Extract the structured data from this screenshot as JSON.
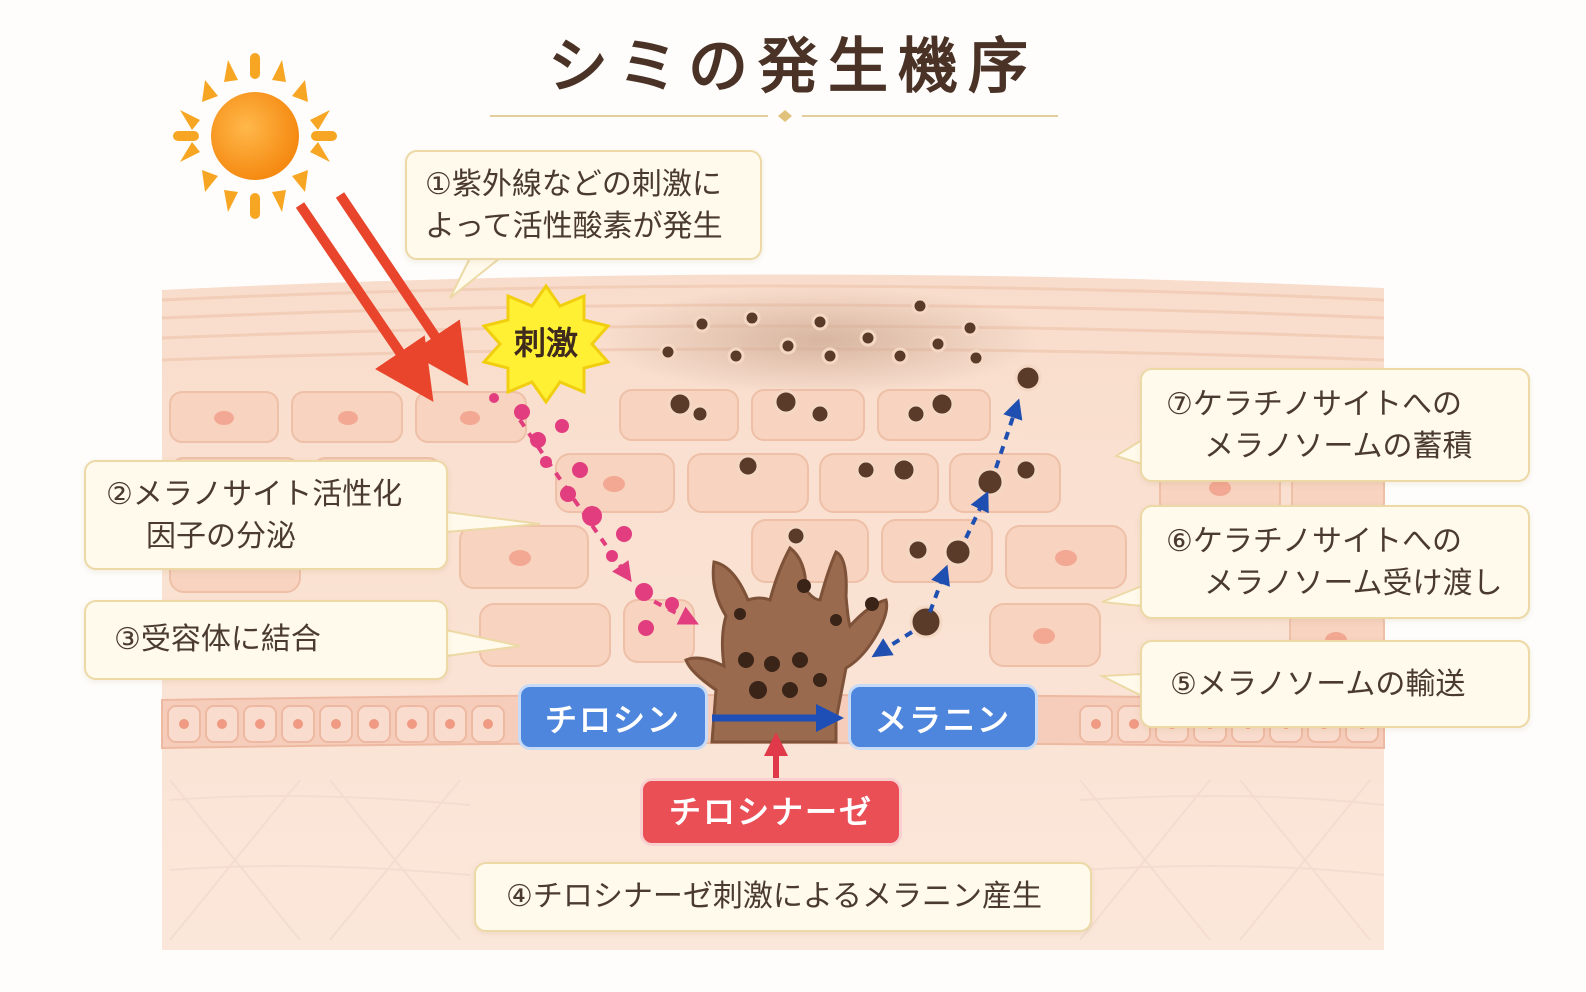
{
  "title": "シミの発生機序",
  "stimulus_label": "刺激",
  "steps": {
    "step1": {
      "line1": "①紫外線などの刺激に",
      "line2": "よって活性酸素が発生"
    },
    "step2": {
      "line1": "②メラノサイト活性化",
      "line2": "因子の分泌"
    },
    "step3": {
      "line1": "③受容体に結合"
    },
    "step4": {
      "line1": "④チロシナーゼ刺激によるメラニン産生"
    },
    "step5": {
      "line1": "⑤メラノソームの輸送"
    },
    "step6": {
      "line1": "⑥ケラチノサイトへの",
      "line2": "メラノソーム受け渡し"
    },
    "step7": {
      "line1": "⑦ケラチノサイトへの",
      "line2": "メラノソームの蓄積"
    }
  },
  "reaction": {
    "substrate": "チロシン",
    "product": "メラニン",
    "enzyme": "チロシナーゼ"
  },
  "colors": {
    "uv_arrow": "#e8452c",
    "signal_dots": "#e23d7e",
    "transport_arrow": "#1f4fb0",
    "reaction_arrow": "#1e4fb6",
    "enzyme_arrow": "#e03a4a",
    "melanocyte": "#9a6a4f",
    "sun": "#f7961e",
    "stimulus_burst": "#fff033"
  }
}
